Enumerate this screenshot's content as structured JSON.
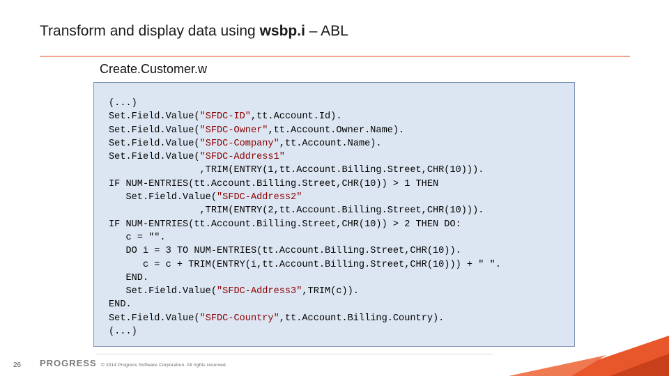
{
  "slide": {
    "title_prefix": "Transform and display data using ",
    "title_bold": "wsbp.i",
    "title_suffix": " – ABL",
    "file_caption": "Create.Customer.w"
  },
  "code_lines": [
    [
      "(...)"
    ],
    [
      "Set.Field.Value(",
      {
        "s": "\"SFDC-ID\""
      },
      ",tt.Account.Id)."
    ],
    [
      "Set.Field.Value(",
      {
        "s": "\"SFDC-Owner\""
      },
      ",tt.Account.Owner.Name)."
    ],
    [
      "Set.Field.Value(",
      {
        "s": "\"SFDC-Company\""
      },
      ",tt.Account.Name)."
    ],
    [
      "Set.Field.Value(",
      {
        "s": "\"SFDC-Address1\""
      }
    ],
    [
      "                ,TRIM(ENTRY(1,tt.Account.Billing.Street,CHR(10)))."
    ],
    [
      "IF NUM-ENTRIES(tt.Account.Billing.Street,CHR(10)) > 1 THEN"
    ],
    [
      "   Set.Field.Value(",
      {
        "s": "\"SFDC-Address2\""
      }
    ],
    [
      "                ,TRIM(ENTRY(2,tt.Account.Billing.Street,CHR(10)))."
    ],
    [
      "IF NUM-ENTRIES(tt.Account.Billing.Street,CHR(10)) > 2 THEN DO:"
    ],
    [
      "   c = \"\"."
    ],
    [
      "   DO i = 3 TO NUM-ENTRIES(tt.Account.Billing.Street,CHR(10))."
    ],
    [
      "      c = c + TRIM(ENTRY(i,tt.Account.Billing.Street,CHR(10))) + \" \"."
    ],
    [
      "   END."
    ],
    [
      "   Set.Field.Value(",
      {
        "s": "\"SFDC-Address3\""
      },
      ",TRIM(c))."
    ],
    [
      "END."
    ],
    [
      "Set.Field.Value(",
      {
        "s": "\"SFDC-Country\""
      },
      ",tt.Account.Billing.Country)."
    ],
    [
      "(...)"
    ]
  ],
  "footer": {
    "page_number": "26",
    "logo_text": "PROGRESS",
    "copyright": "© 2014 Progress Software Corporation. All rights reserved."
  },
  "colors": {
    "accent": "#e8562b",
    "accent_dark": "#c8401a",
    "code_background": "#dce6f2",
    "code_border": "#7f93b4",
    "string_color": "#8b0000"
  }
}
